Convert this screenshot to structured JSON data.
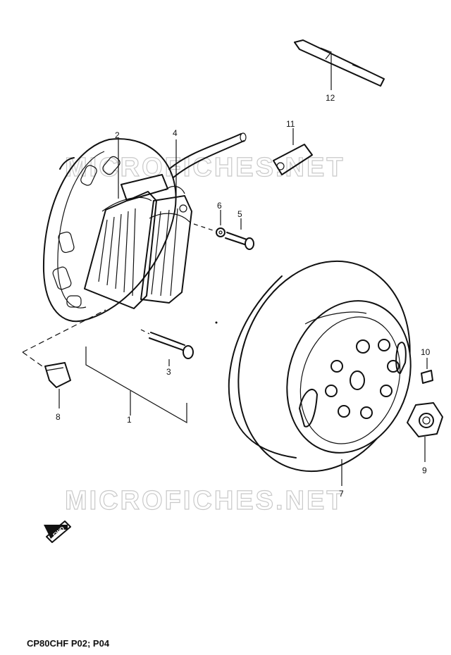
{
  "watermark": "MICROFICHES.NET",
  "caption": "CP80CHF P02; P04",
  "fwd_label": "FWD",
  "callouts": {
    "c1": "1",
    "c2": "2",
    "c3": "3",
    "c4": "4",
    "c5": "5",
    "c6": "6",
    "c7": "7",
    "c8": "8",
    "c9": "9",
    "c10": "10",
    "c11": "11",
    "c12": "12"
  }
}
